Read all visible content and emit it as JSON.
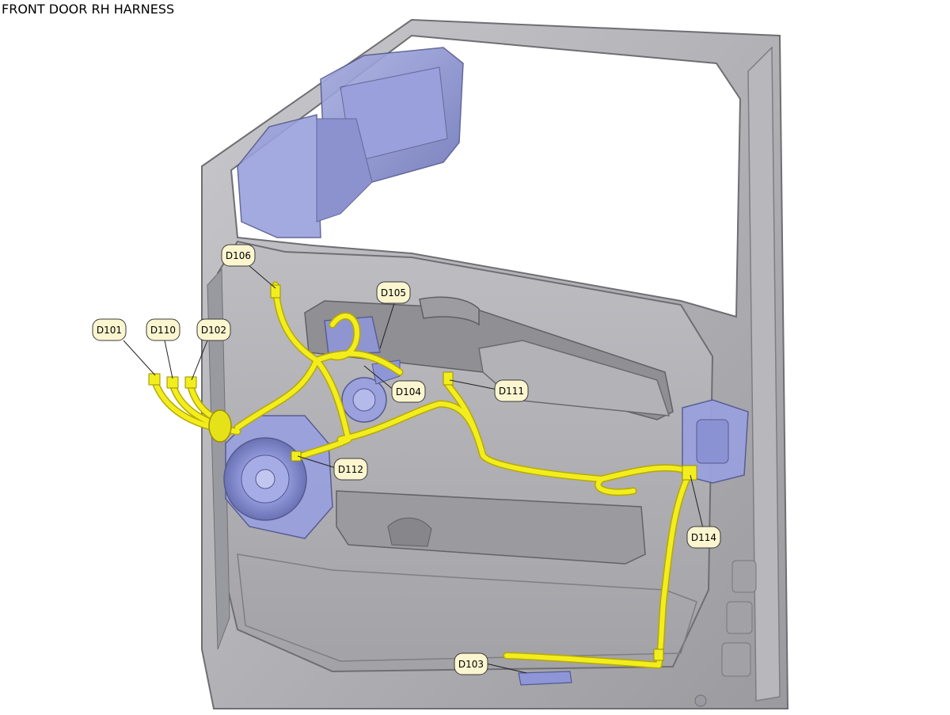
{
  "title": "FRONT DOOR RH HARNESS",
  "colors": {
    "panel": "#a9a9ae",
    "panel_dark": "#7d7d82",
    "panel_light": "#d4d4d8",
    "harness": "#f2ee1e",
    "harness_edge": "#b8a800",
    "component": "#8c95d6",
    "component_edge": "#55598f",
    "callout_fill": "#fbf6cf",
    "callout_stroke": "#3a3a3a"
  },
  "connectors": [
    {
      "id": "D101",
      "label": "D101"
    },
    {
      "id": "D110",
      "label": "D110"
    },
    {
      "id": "D102",
      "label": "D102"
    },
    {
      "id": "D106",
      "label": "D106"
    },
    {
      "id": "D105",
      "label": "D105"
    },
    {
      "id": "D104",
      "label": "D104"
    },
    {
      "id": "D111",
      "label": "D111"
    },
    {
      "id": "D112",
      "label": "D112"
    },
    {
      "id": "D114",
      "label": "D114"
    },
    {
      "id": "D103",
      "label": "D103"
    }
  ]
}
